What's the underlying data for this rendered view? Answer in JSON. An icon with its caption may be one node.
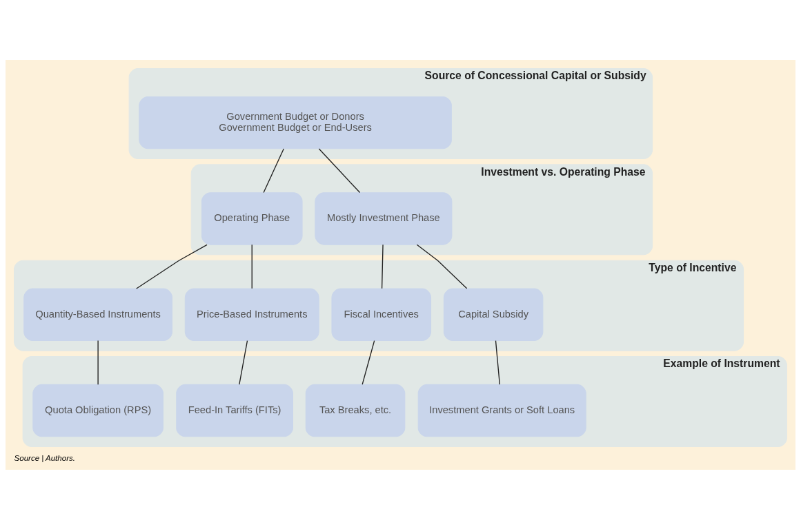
{
  "diagram": {
    "caption": "Source | Authors.",
    "nodes": [
      {
        "text": [
          "Source of Concessional Capital or Subsidy"
        ]
      },
      {
        "text": [
          "Government Budget or Donors",
          "Government Budget or End-Users"
        ],
        "in": 0
      },
      {
        "text": [
          "Investment vs. Operating Phase"
        ]
      },
      {
        "text": [
          "Mostly Investment Phase"
        ],
        "in": 2
      },
      {
        "text": [
          "Operating Phase"
        ],
        "in": 2
      },
      {
        "text": [
          "Type of Incentive"
        ]
      },
      {
        "text": [
          "Capital Subsidy"
        ],
        "in": 5
      },
      {
        "text": [
          "Fiscal Incentives"
        ],
        "in": 5
      },
      {
        "text": [
          "Price-Based Instruments"
        ],
        "in": 5
      },
      {
        "text": [
          "Quantity-Based Instruments"
        ],
        "in": 5
      },
      {
        "text": [
          "Example of Instrument"
        ]
      },
      {
        "text": [
          "Investment Grants or Soft Loans"
        ],
        "in": 10
      },
      {
        "text": [
          "Tax Breaks, etc."
        ],
        "in": 10
      },
      {
        "text": [
          "Feed-In Tariffs (FITs)"
        ],
        "in": 10
      },
      {
        "text": [
          "Quota Obligation (RPS)"
        ],
        "in": 10
      }
    ],
    "edges": [
      {
        "from": 1,
        "to": 3,
        "arrow": "none"
      },
      {
        "from": 1,
        "to": 4,
        "arrow": "none"
      },
      {
        "from": 3,
        "to": 6,
        "arrow": "none"
      },
      {
        "from": 3,
        "to": 7,
        "arrow": "none"
      },
      {
        "from": 4,
        "to": 8,
        "arrow": "none"
      },
      {
        "from": 4,
        "to": 9,
        "arrow": "none"
      },
      {
        "from": 6,
        "to": 11,
        "arrow": "none"
      },
      {
        "from": 7,
        "to": 12,
        "arrow": "none"
      },
      {
        "from": 8,
        "to": 13,
        "arrow": "none"
      },
      {
        "from": 9,
        "to": 14,
        "arrow": "none"
      }
    ]
  }
}
